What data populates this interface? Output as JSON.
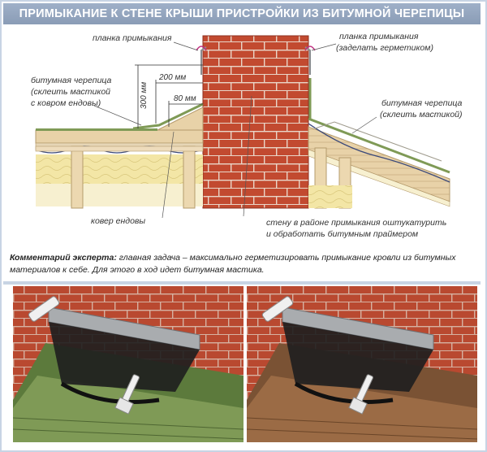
{
  "title": "ПРИМЫКАНИЕ К СТЕНЕ КРЫШИ ПРИСТРОЙКИ ИЗ БИТУМНОЙ ЧЕРЕПИЦЫ",
  "labels": {
    "planka_left": "планка примыкания",
    "planka_right_1": "планка примыкания",
    "planka_right_2": "(заделать герметиком)",
    "cherepica_left_1": "битумная черепица",
    "cherepica_left_2": "(склеить мастикой",
    "cherepica_left_3": "с ковром ендовы)",
    "cherepica_right_1": "битумная черепица",
    "cherepica_right_2": "(склеить мастикой)",
    "kover": "ковер ендовы",
    "stena_1": "стену в районе примыкания оштукатурить",
    "stena_2": "и обработать битумным праймером"
  },
  "dimensions": {
    "d300": "300 мм",
    "d200": "200 мм",
    "d80": "80 мм"
  },
  "comment": {
    "bold": "Комментарий эксперта:",
    "text": " главная задача – максимально герметизировать примыкание кровли из битумных материалов к себе. Для этого в ход идет битумная мастика."
  },
  "colors": {
    "brick": "#c24a30",
    "mortar": "#e9d6c8",
    "wood": "#e8d2a8",
    "insulation": "#f3e6a6",
    "shingle_green": "#7f9a56",
    "shingle_brown": "#9b6b45",
    "flashing": "#a9acaf"
  }
}
